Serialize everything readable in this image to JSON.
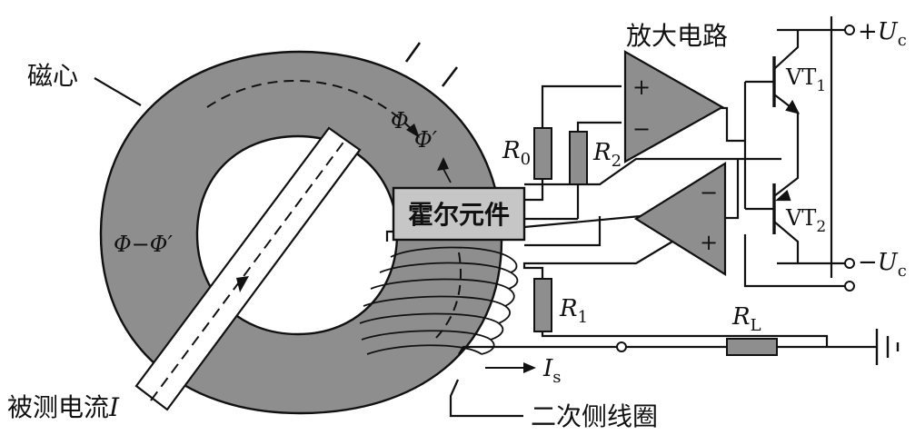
{
  "labels": {
    "core": "磁心",
    "amplifier": "放大电路",
    "hall_element": "霍尔元件",
    "measured_current": "被测电流",
    "measured_current_symbol": "I",
    "secondary_coil": "二次侧线圈",
    "flux_phi": "Φ",
    "flux_phi_prime": "Φ′",
    "flux_difference": "Φ−Φ′",
    "r0": "R",
    "r0_sub": "0",
    "r1": "R",
    "r1_sub": "1",
    "r2": "R",
    "r2_sub": "2",
    "rl": "R",
    "rl_sub": "L",
    "vt1": "VT",
    "vt1_sub": "1",
    "vt2": "VT",
    "vt2_sub": "2",
    "plus_uc_sign": "+",
    "minus_uc_sign": "−",
    "uc": "U",
    "uc_sub": "c",
    "is": "I",
    "is_sub": "s",
    "opamp_plus": "+",
    "opamp_minus": "−"
  },
  "colors": {
    "core_fill": "#8e8e8e",
    "component_fill": "#8e8e8e",
    "hall_fill": "#c6c6c6",
    "stroke": "#111111"
  }
}
